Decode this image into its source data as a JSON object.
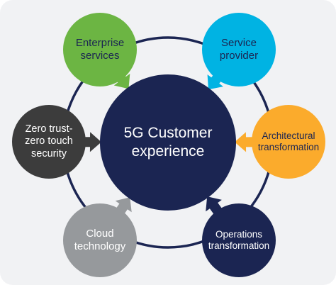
{
  "center": {
    "line1": "5G Customer",
    "line2": "experience",
    "color": "#1b2552"
  },
  "ring_color": "#1b2552",
  "nodes": [
    {
      "id": "enterprise",
      "line1": "Enterprise",
      "line2": "services",
      "line3": "",
      "color": "#6cb543",
      "text_color": "#1b2552"
    },
    {
      "id": "service",
      "line1": "Service",
      "line2": "provider",
      "line3": "",
      "color": "#00b3e3",
      "text_color": "#1b2552"
    },
    {
      "id": "architectural",
      "line1": "Architectural",
      "line2": "transformation",
      "line3": "",
      "color": "#fbab2c",
      "text_color": "#1b2552"
    },
    {
      "id": "operations",
      "line1": "Operations",
      "line2": "transformation",
      "line3": "",
      "color": "#1b2552",
      "text_color": "#ffffff"
    },
    {
      "id": "cloud",
      "line1": "Cloud",
      "line2": "technology",
      "line3": "",
      "color": "#96999c",
      "text_color": "#ffffff"
    },
    {
      "id": "zerotrust",
      "line1": "Zero trust-",
      "line2": "zero touch",
      "line3": "security",
      "color": "#3c3c3c",
      "text_color": "#ffffff"
    }
  ]
}
